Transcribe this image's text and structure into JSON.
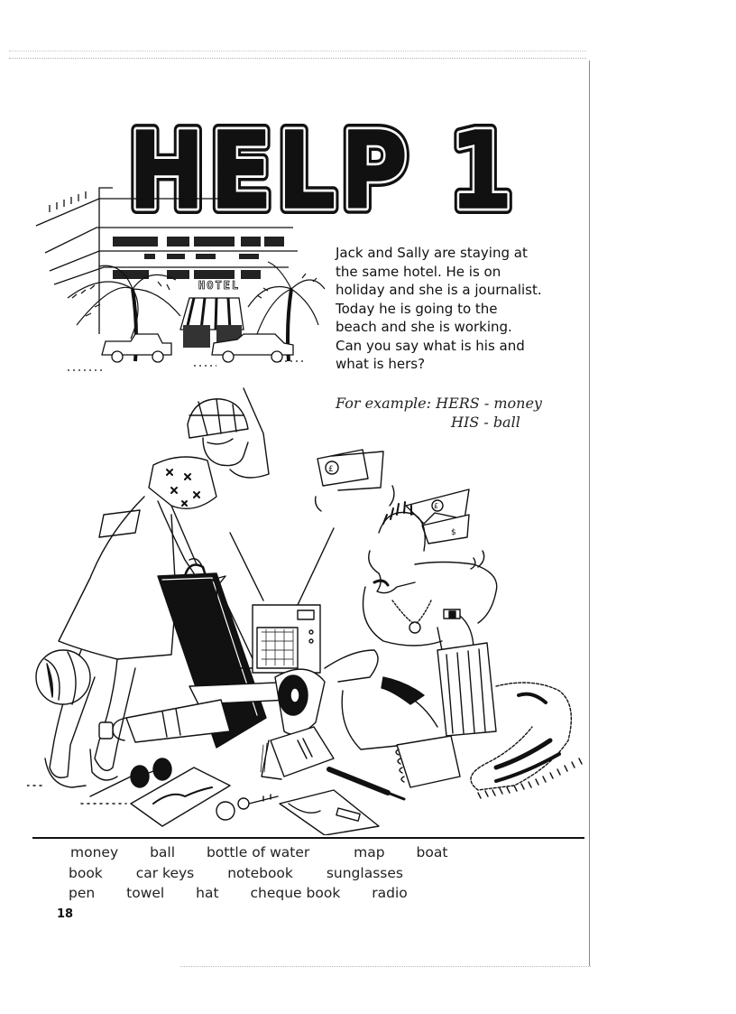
{
  "page": {
    "title": "HELP 1",
    "page_number": "18"
  },
  "hotel_illustration": {
    "sign_text": "HOTEL"
  },
  "intro": {
    "lines": [
      "Jack and Sally are staying at",
      "the same hotel. He is on",
      "holiday and she is a journalist.",
      "Today he is going to the",
      "beach and she is working.",
      "Can you say what is his and",
      "what is hers?"
    ]
  },
  "example": {
    "label": "For example:",
    "hers": "HERS - money",
    "his": "HIS  - ball"
  },
  "word_bank": {
    "rows": [
      [
        "money",
        "ball",
        "bottle of water",
        "map",
        "boat"
      ],
      [
        "book",
        "car keys",
        "notebook",
        "sunglasses"
      ],
      [
        "pen",
        "towel",
        "hat",
        "cheque book",
        "radio"
      ]
    ]
  },
  "scene_illustration": {
    "description": "Sally (journalist with briefcase and hat) and Jack (sunbathing man) with items scattered on the beach",
    "banknote_symbols": [
      "£",
      "£",
      "$"
    ]
  }
}
